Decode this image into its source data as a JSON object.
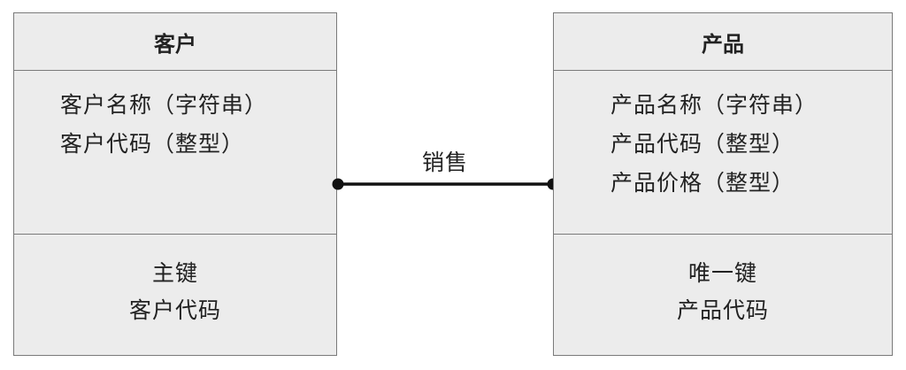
{
  "entities": {
    "customer": {
      "title": "客户",
      "attributes": [
        "客户名称（字符串）",
        "客户代码（整型）"
      ],
      "key_type": "主键",
      "key_field": "客户代码"
    },
    "product": {
      "title": "产品",
      "attributes": [
        "产品名称（字符串）",
        "产品代码（整型）",
        "产品价格（整型）"
      ],
      "key_type": "唯一键",
      "key_field": "产品代码"
    }
  },
  "relationship": {
    "label": "销售"
  },
  "colors": {
    "box_fill": "#ececec",
    "border": "#7a7a7a",
    "line": "#111111",
    "text": "#222222"
  }
}
